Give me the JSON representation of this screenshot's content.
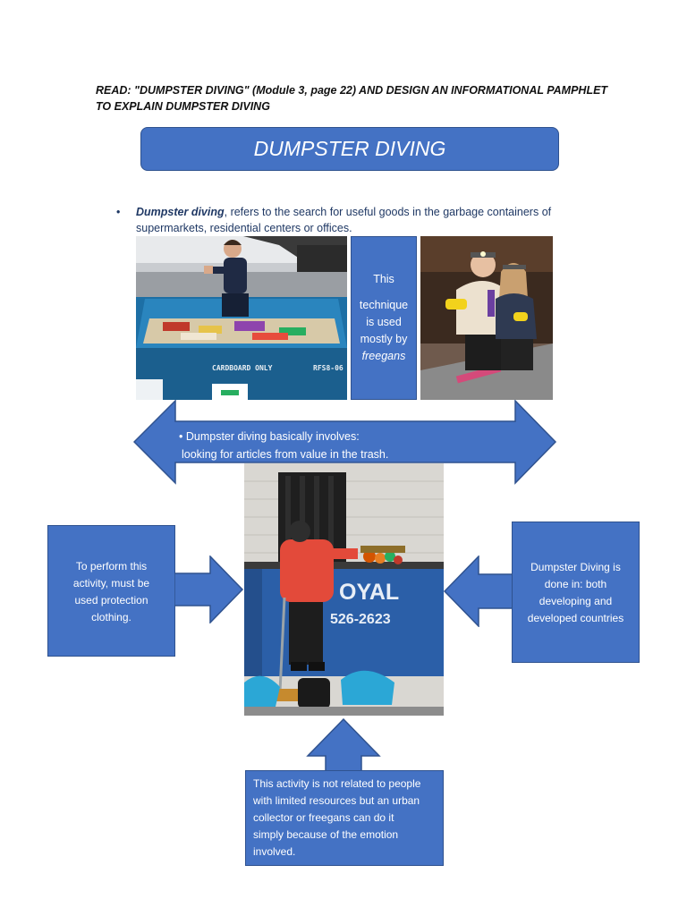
{
  "instruction": {
    "line1": "READ: \"DUMPSTER DIVING\" (Module 3, page 22) AND DESIGN AN INFORMATIONAL PAMPHLET",
    "line2": "TO EXPLAIN DUMPSTER DIVING"
  },
  "title": "DUMPSTER DIVING",
  "bullet": {
    "term": "Dumpster diving",
    "text": ", refers to the search for useful goods in the garbage containers of supermarkets, residential centers or offices."
  },
  "photos": {
    "left_sign": "CARDBOARD ONLY",
    "left_code": "RFS8-06",
    "center_brand": "OYAL",
    "center_phone": "526-2623"
  },
  "technique_box": {
    "line1": "This",
    "line2": "technique",
    "line3": "is used",
    "line4": "mostly by",
    "line5": "freegans"
  },
  "double_arrow": {
    "line1": "• Dumpster diving basically involves:",
    "line2": "looking for articles from value in the trash."
  },
  "left_box": {
    "line1": "To perform this",
    "line2": "activity,  must be",
    "line3": "used protection",
    "line4": "clothing."
  },
  "right_box": {
    "line1": "Dumpster Diving is",
    "line2": "done in: both",
    "line3": "developing and",
    "line4": "developed countries"
  },
  "bottom_box": {
    "line1": "This activity is not related to people",
    "line2": "with limited resources but an urban",
    "line3": "collector or freegans can do it",
    "line4": "simply because of the emotion",
    "line5": "involved."
  },
  "colors": {
    "box_blue": "#4472c4",
    "box_border": "#2f528f",
    "heading_text": "#1f3864"
  }
}
